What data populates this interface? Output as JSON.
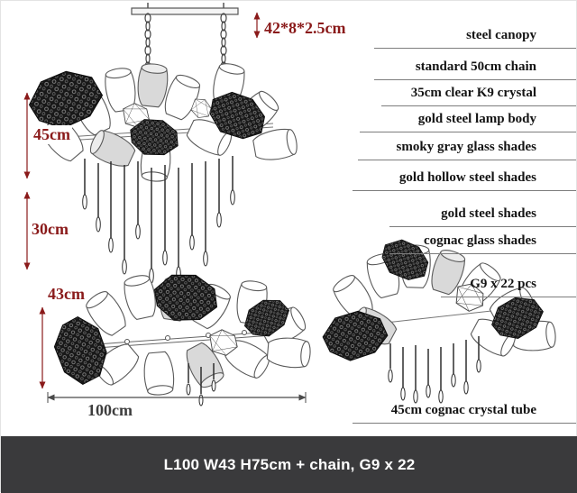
{
  "dimensions": {
    "canopy": "42*8*2.5cm",
    "body_height": "45cm",
    "tube_drop": "30cm",
    "depth": "43cm",
    "length": "100cm"
  },
  "specs": [
    {
      "label": "steel canopy"
    },
    {
      "label": "standard 50cm chain"
    },
    {
      "label": "35cm clear K9 crystal"
    },
    {
      "label": "gold steel lamp body"
    },
    {
      "label": "smoky gray glass shades"
    },
    {
      "label": "gold hollow steel shades"
    },
    {
      "label": "gold steel shades"
    },
    {
      "label": "cognac glass shades"
    },
    {
      "label": "G9 x 22 pcs"
    },
    {
      "label": "45cm cognac crystal tube"
    }
  ],
  "banner": {
    "text": "L100 W43 H75cm + chain, G9 x 22"
  },
  "colors": {
    "dimension_red": "#8a1a1a",
    "banner_bg": "#3a3a3c",
    "banner_text": "#ffffff"
  }
}
